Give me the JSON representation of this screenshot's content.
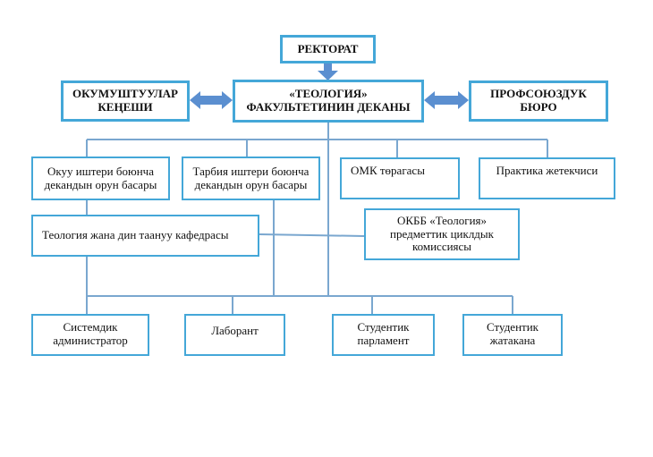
{
  "nodes": {
    "rectorate": "РЕКТОРАТ",
    "dean": "«ТЕОЛОГИЯ»\nФАКУЛЬТЕТИНИН ДЕКАНЫ",
    "teachers_council": "ОКУМУШТУУЛАР\nКЕҢЕШИ",
    "trade_union": "ПРОФСОЮЗДУК\nБЮРО",
    "deputy_academic": "Окуу иштери боюнча\nдекандын орун басары",
    "deputy_education": "Тарбия иштери боюнча\nдекандын орун басары",
    "omk_chair": "ОМК төрагасы",
    "practice_head": "Практика жетекчиси",
    "department": "Теология жана дин таануу кафедрасы",
    "commission": "ОКББ «Теология»\nпредметтик циклдык\nкомиссиясы",
    "sysadmin": "Системдик\nадминистратор",
    "lab": "Лаборант",
    "parliament": "Студентик\nпарламент",
    "dormitory": "Студентик\nжатакана"
  },
  "colors": {
    "border": "#44a7d8",
    "connector": "#7aa7cf",
    "arrow": "#5b8fd0"
  }
}
